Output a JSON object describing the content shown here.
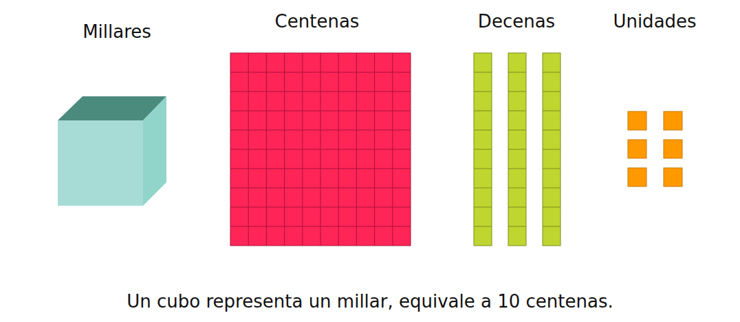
{
  "diagram": {
    "caption": "Un cubo representa un millar, equivale a 10 centenas.",
    "labels": [
      "Millares",
      "Centenas",
      "Decenas",
      "Unidades"
    ]
  }
}
